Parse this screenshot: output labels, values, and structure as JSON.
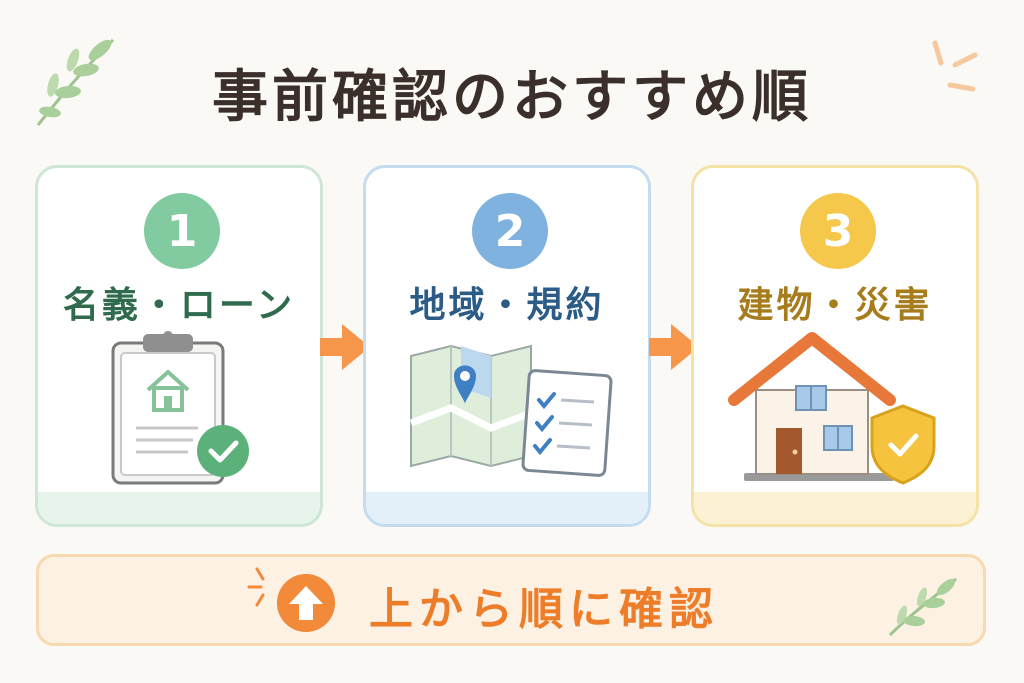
{
  "title": "事前確認のおすすめ順",
  "steps": [
    {
      "number": "1",
      "label": "名義・ローン",
      "icon": "clipboard-house-check-icon"
    },
    {
      "number": "2",
      "label": "地域・規約",
      "icon": "map-pin-checklist-icon"
    },
    {
      "number": "3",
      "label": "建物・災害",
      "icon": "house-shield-check-icon"
    }
  ],
  "flow_arrows": [
    "arrow-right-icon",
    "arrow-right-icon"
  ],
  "footer": {
    "text": "上から順に確認",
    "icon": "arrow-up-circle-icon"
  },
  "colors": {
    "step1": "#82cba1",
    "step2": "#7fb2df",
    "step3": "#f5c84c",
    "accent": "#f28a3a",
    "title": "#3a2f2a"
  }
}
